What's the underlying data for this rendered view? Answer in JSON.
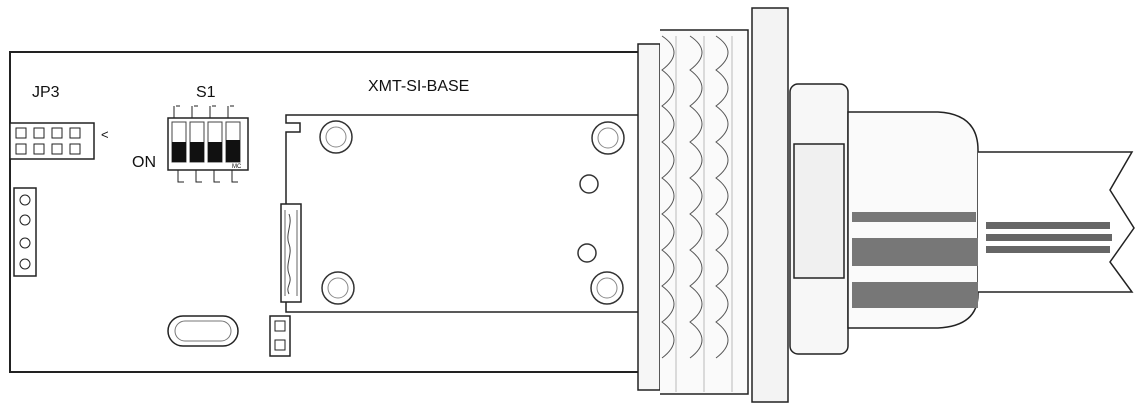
{
  "labels": {
    "jp3": "JP3",
    "s1": "S1",
    "board": "XMT-SI-BASE",
    "on": "ON",
    "arrow": "<",
    "mc": "MC"
  },
  "colors": {
    "line": "#222222",
    "fill_light": "#f2f2f2",
    "fill_dark": "#777777",
    "switch_black": "#111111"
  }
}
